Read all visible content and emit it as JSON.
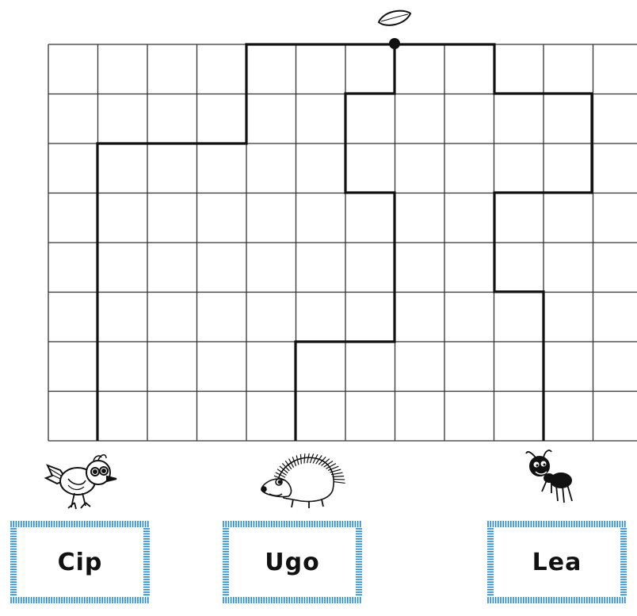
{
  "puzzle": {
    "grid": {
      "cols": 12,
      "rows": 8,
      "line_color": "#333333"
    },
    "target_icon": "seed-icon",
    "characters": [
      {
        "name": "Cip",
        "icon": "bird-icon"
      },
      {
        "name": "Ugo",
        "icon": "hedgehog-icon"
      },
      {
        "name": "Lea",
        "icon": "ant-icon"
      }
    ],
    "box_color": "#1e88e5"
  }
}
